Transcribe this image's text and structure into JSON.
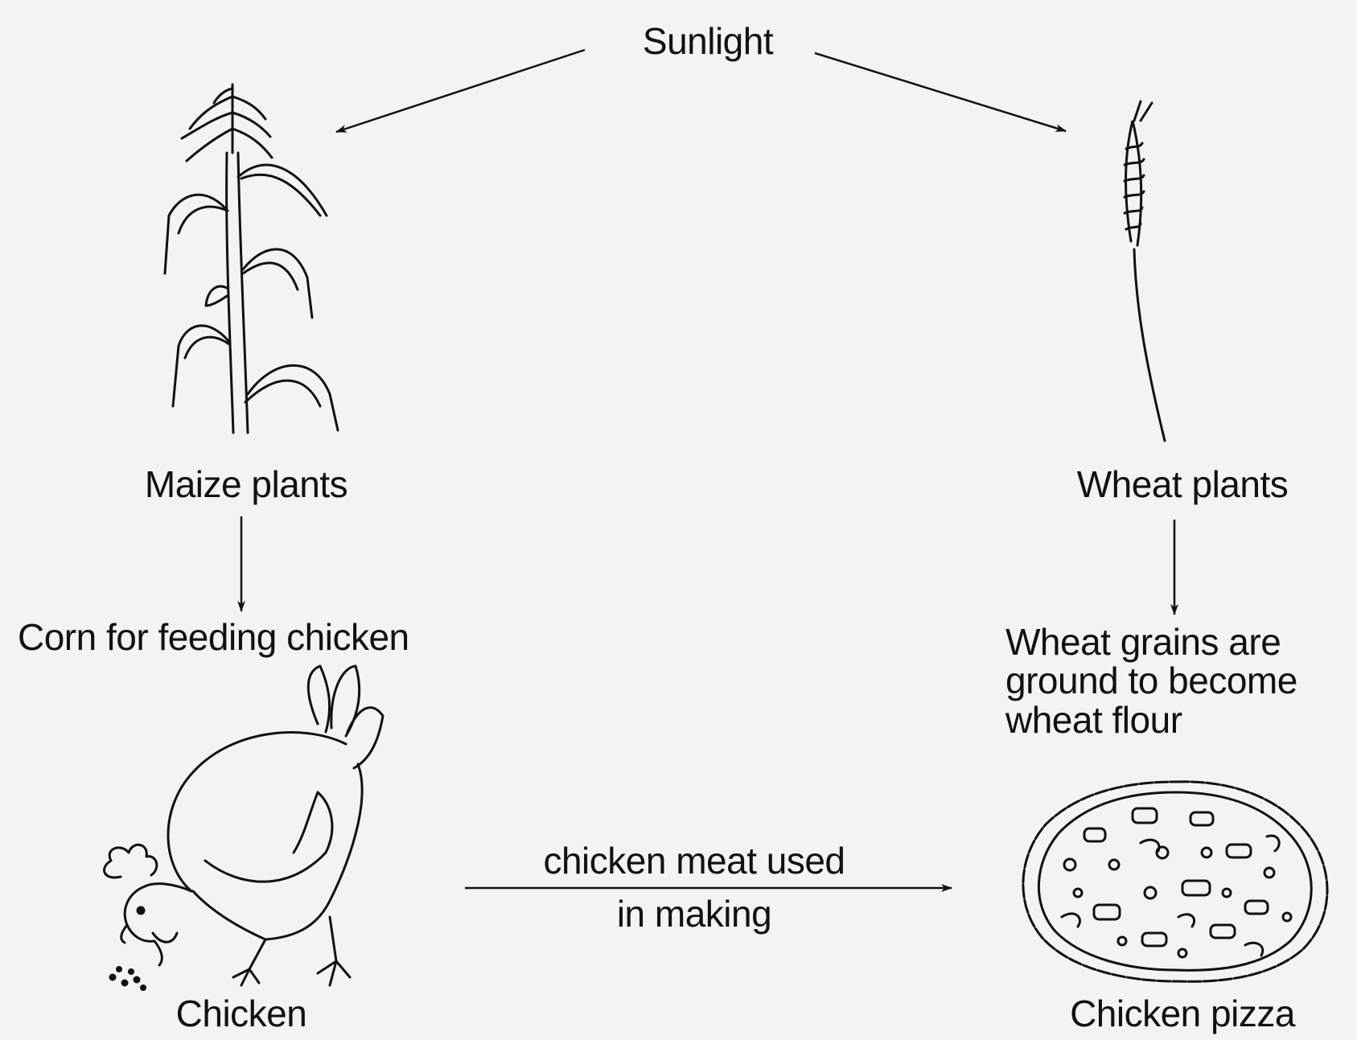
{
  "nodes": {
    "sunlight": "Sunlight",
    "maize_plants": "Maize plants",
    "wheat_plants": "Wheat plants",
    "corn": "Corn for feeding chicken",
    "wheat_grains": [
      "Wheat grains are",
      "ground to become",
      "wheat flour"
    ],
    "chicken": "Chicken",
    "chicken_pizza": "Chicken pizza"
  },
  "edges": {
    "chicken_to_pizza_line1": "chicken meat used",
    "chicken_to_pizza_line2": "in making"
  },
  "icons": [
    "maize-plant-icon",
    "wheat-plant-icon",
    "chicken-icon",
    "pizza-icon"
  ]
}
